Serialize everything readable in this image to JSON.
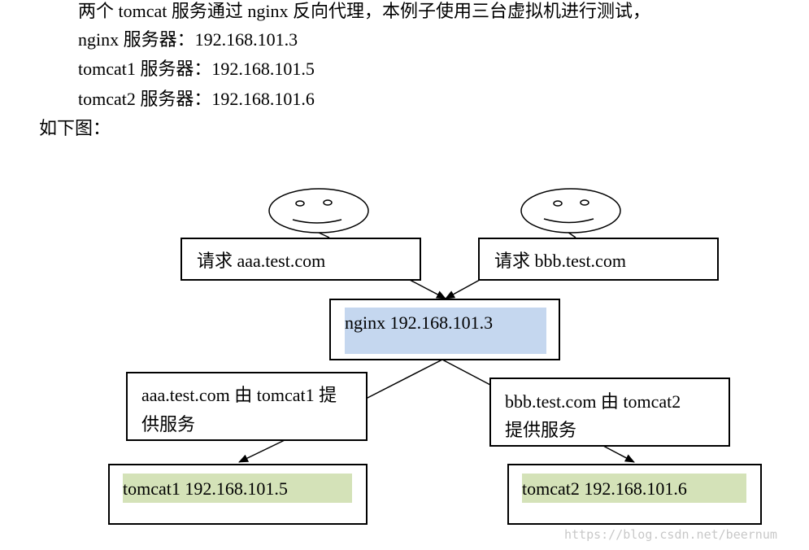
{
  "text_lines": {
    "intro": "两个 tomcat 服务通过 nginx 反向代理，本例子使用三台虚拟机进行测试，",
    "nginx_server": "nginx 服务器：192.168.101.3",
    "tomcat1_server": "tomcat1 服务器：192.168.101.5",
    "tomcat2_server": "tomcat2 服务器：192.168.101.6",
    "figure_caption": "如下图："
  },
  "diagram": {
    "request_a": "请求 aaa.test.com",
    "request_b": "请求 bbb.test.com",
    "nginx": "nginx 192.168.101.3",
    "route_a_line1": "aaa.test.com 由 tomcat1 提",
    "route_a_line2": "供服务",
    "route_b_line1": "bbb.test.com   由   tomcat2",
    "route_b_line2": "提供服务",
    "tomcat1": "tomcat1 192.168.101.5",
    "tomcat2": "tomcat2 192.168.101.6"
  },
  "watermark": "https://blog.csdn.net/beernum",
  "colors": {
    "nginx_highlight": "#c5d7ef",
    "tomcat_highlight": "#d4e2b8",
    "watermark": "#c8c8c8"
  }
}
